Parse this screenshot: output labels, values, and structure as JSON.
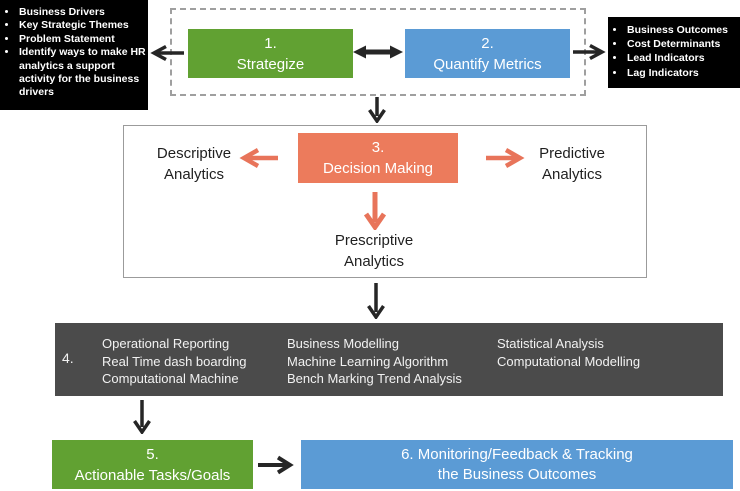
{
  "colors": {
    "green": "#61a132",
    "blue": "#5b9bd5",
    "orange": "#ec7b5c",
    "dark_gray": "#4b4b4b",
    "black_panel": "#000000",
    "arrow_black": "#262626",
    "arrow_orange": "#e8745a"
  },
  "left_panel": {
    "items": [
      "Business Drivers",
      "Key Strategic Themes",
      "Problem Statement",
      "Identify ways to make HR analytics a support activity for the business drivers"
    ]
  },
  "right_panel": {
    "items": [
      "Business Outcomes",
      "Cost Determinants",
      "Lead Indicators",
      "Lag Indicators"
    ]
  },
  "steps": {
    "s1": {
      "number": "1.",
      "label": "Strategize"
    },
    "s2": {
      "number": "2.",
      "label": "Quantify Metrics"
    },
    "s3": {
      "number": "3.",
      "label": "Decision Making"
    },
    "s4": {
      "number": "4.",
      "col1": [
        "Operational Reporting",
        "Real Time dash boarding",
        "Computational Machine"
      ],
      "col2": [
        "Business Modelling",
        "Machine Learning Algorithm",
        "Bench Marking Trend Analysis"
      ],
      "col3": [
        "Statistical Analysis",
        "Computational Modelling"
      ]
    },
    "s5": {
      "number": "5.",
      "label": "Actionable Tasks/Goals"
    },
    "s6": {
      "line1": "6. Monitoring/Feedback & Tracking",
      "line2": "the Business Outcomes"
    }
  },
  "labels": {
    "descriptive": "Descriptive Analytics",
    "predictive": "Predictive Analytics",
    "prescriptive": "Prescriptive Analytics"
  }
}
